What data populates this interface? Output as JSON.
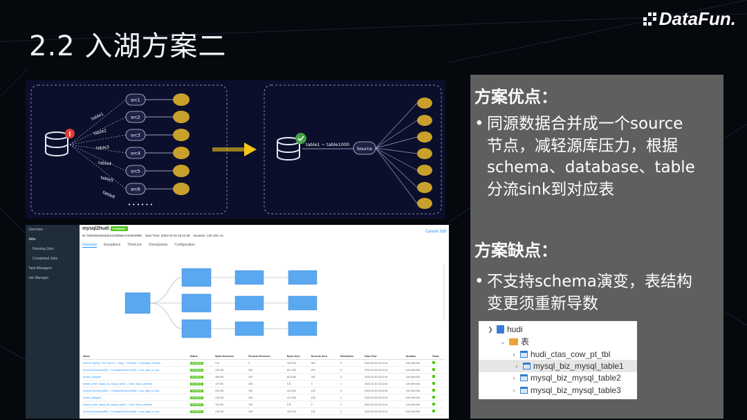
{
  "slide": {
    "title": "2.2 入湖方案二",
    "logo_text": "DataFun."
  },
  "diagram": {
    "left_sources": [
      "src1",
      "src2",
      "src3",
      "src4",
      "src5",
      "src6"
    ],
    "left_edges": [
      "table1",
      "table2",
      "table3",
      "table4",
      "table5",
      "table6"
    ],
    "more": "• • • • • •",
    "right_edge_label": "table1 ~ table1000",
    "right_node": "Source",
    "colors": {
      "bg": "#0b0f2c",
      "node": "#c9a02c",
      "arrow": "#f5c518",
      "alert": "#e53935",
      "ok": "#43a047"
    }
  },
  "flink": {
    "sidebar": [
      "Overview",
      "Jobs",
      "Running Jobs",
      "Completed Jobs",
      "Task Managers",
      "Job Manager"
    ],
    "job_name": "mysql2hudi",
    "status": "RUNNING",
    "job_id": "ID: b8034be09440524180fabe7eb4902980",
    "start_time": "Start Time: 2023-03-30 18:12:39",
    "duration": "Duration: 14h 49m 4s",
    "cancel": "Cancel Job",
    "tabs": [
      "Overview",
      "Exceptions",
      "TimeLine",
      "Checkpoints",
      "Configuration"
    ],
    "columns": [
      "Name",
      "Status",
      "Bytes Received",
      "Records Received",
      "Bytes Sent",
      "Records Sent",
      "Parallelism",
      "Start Time",
      "Duration",
      "Tasks"
    ],
    "rows": [
      [
        "Source: MySQL CDC Source -> Map -> Process -> (Flat Map, Flat Ma...",
        "RUNNING",
        "0 B",
        "0",
        "33.0 KB",
        "400",
        "3",
        "2023-03-30 18:12:44",
        "14h 49m 52s"
      ],
      [
        "SourceConversion[78] -> ConstraintEnforcer[79] -> row_data_to_hoo...",
        "RUNNING",
        "232 KB",
        "200",
        "83.1 KB",
        "200",
        "3",
        "2023-03-30 18:12:44",
        "14h 49m 52s"
      ],
      [
        "bucket_assigner",
        "RUNNING",
        "289 KB",
        "200",
        "62.8 KB",
        "200",
        "3",
        "2023-03-30 18:12:44",
        "14h 49m 52s"
      ],
      [
        "stream_write: mysql_biz_mysql_table1 -> Sink: clean_commits",
        "RUNNING",
        "117 KB",
        "200",
        "0 B",
        "0",
        "1",
        "2023-03-30 18:12:44",
        "14h 49m 52s"
      ],
      [
        "SourceConversion[83] -> ConstraintEnforcer[85] -> row_data_to_hoo...",
        "RUNNING",
        "244 KB",
        "100",
        "32.6 KB",
        "100",
        "3",
        "2023-03-30 18:12:44",
        "14h 49m 52s"
      ],
      [
        "bucket_assigner",
        "RUNNING",
        "239 KB",
        "100",
        "41.2 KB",
        "100",
        "2",
        "2023-03-30 18:12:44",
        "14h 49m 52s"
      ],
      [
        "stream_write: mysql_biz_mysql_table2 -> Sink: clean_commits",
        "RUNNING",
        "119 KB",
        "100",
        "0 B",
        "0",
        "1",
        "2023-03-30 18:12:44",
        "14h 49m 52s"
      ],
      [
        "SourceConversion[89] -> ConstraintEnforcer[90] -> row_data_to_hoo...",
        "RUNNING",
        "244 KB",
        "100",
        "32.6 KB",
        "100",
        "3",
        "2023-03-30 18:12:44",
        "14h 49m 52s"
      ]
    ]
  },
  "panel": {
    "pros_title": "方案优点：",
    "pros_lines": [
      "同源数据合并成一个source",
      "节点，减轻源库压力，根据",
      "schema、database、table",
      "分流sink到对应表"
    ],
    "cons_title": "方案缺点：",
    "cons_lines": [
      "不支持schema演变，表结构",
      "变更须重新导数"
    ],
    "bullet": "•"
  },
  "tree": {
    "db": "hudi",
    "folder": "表",
    "tables": [
      "hudi_ctas_cow_pt_tbl",
      "mysql_biz_mysql_table1",
      "mysql_biz_mysql_table2",
      "mysql_biz_mysql_table3"
    ]
  }
}
